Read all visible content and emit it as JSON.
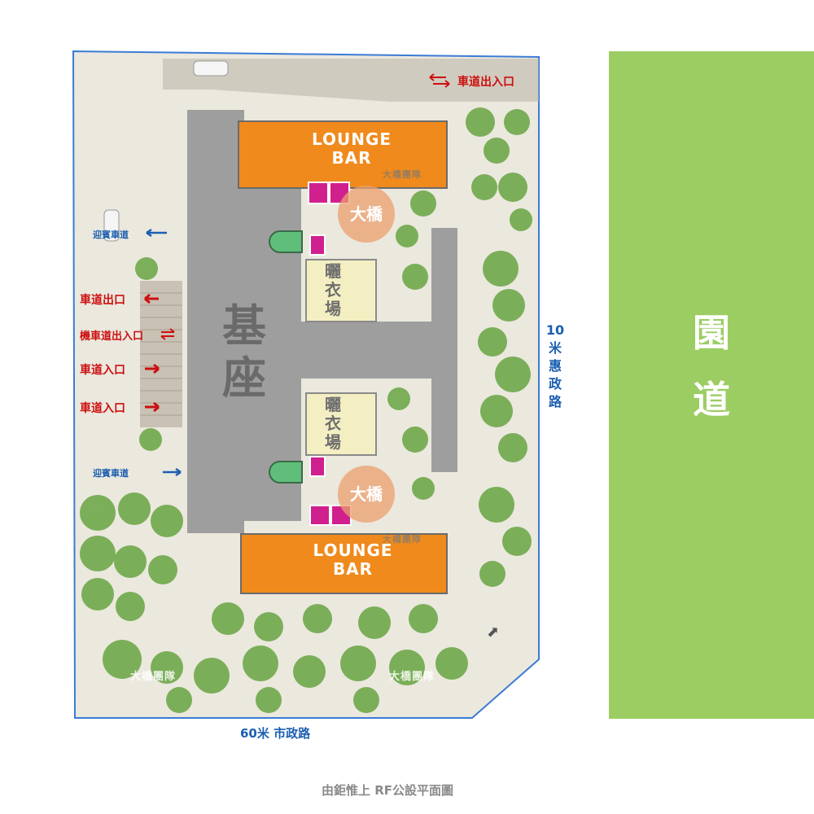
{
  "park": {
    "line1": "園",
    "line2": "道"
  },
  "plan": {
    "lounge_top": {
      "line1": "LOUNGE",
      "line2": "BAR"
    },
    "lounge_bottom": {
      "line1": "LOUNGE",
      "line2": "BAR"
    },
    "drying_top": {
      "c1": "曬",
      "c2": "衣",
      "c3": "場"
    },
    "drying_bottom": {
      "c1": "曬",
      "c2": "衣",
      "c3": "場"
    },
    "base": {
      "c1": "基",
      "c2": "座"
    },
    "logo_text": "大橋"
  },
  "labels": {
    "ramp_entry_exit_top": "車道出入口",
    "guest_drive_top": "迎賓車道",
    "ramp_exit": "車道出口",
    "moto_ramp_entry_exit": "機車道出入口",
    "ramp_entry_1": "車道入口",
    "ramp_entry_2": "車道入口",
    "guest_drive_bottom": "迎賓車道"
  },
  "roads": {
    "bottom": "60米 市政路",
    "right": {
      "c1": "10",
      "c2": "米",
      "c3": "惠",
      "c4": "政",
      "c5": "路"
    }
  },
  "caption": "由鉅惟上 RF公設平面圖",
  "watermarks": {
    "a": "大橋團隊",
    "b": "大橋團隊",
    "c": "大橋團隊",
    "d": "大橋團隊"
  },
  "colors": {
    "park": "#9ccd63",
    "lounge": "#f08a1c",
    "building": "#9e9e9e",
    "drying": "#f4efc2",
    "accent_red": "#cc1010",
    "road_blue": "#1c5fb0"
  }
}
